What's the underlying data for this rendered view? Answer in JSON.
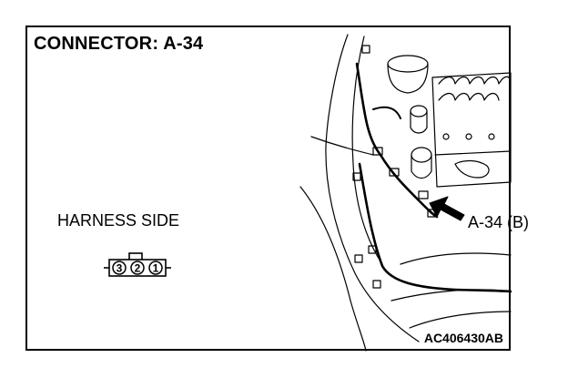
{
  "title": "CONNECTOR: A-34",
  "harness_side_label": "HARNESS SIDE",
  "connector": {
    "pins": [
      "3",
      "2",
      "1"
    ]
  },
  "callout_label": "A-34 (B)",
  "figure_code": "AC406430AB",
  "colors": {
    "line": "#000000",
    "background": "#ffffff"
  }
}
